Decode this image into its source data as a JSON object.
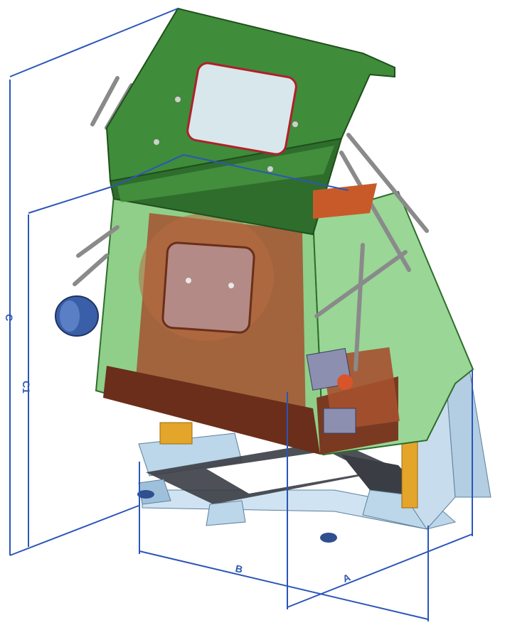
{
  "dimensions": {
    "c": "C",
    "c1": "C1",
    "b": "B",
    "a": "A"
  },
  "colors": {
    "dimension": "#2b56b8",
    "hood": "#3f8c3a",
    "hood_dark": "#2f6d2c",
    "body": "#8fcf8a",
    "drum": "#a5512f",
    "drum_dark": "#6a2e1a",
    "frame": "#bcd6ea",
    "frame_dark": "#3a3d44",
    "motor": "#3a5fa8",
    "cylinder": "#e3a52a",
    "strut": "#b9b9b9"
  }
}
